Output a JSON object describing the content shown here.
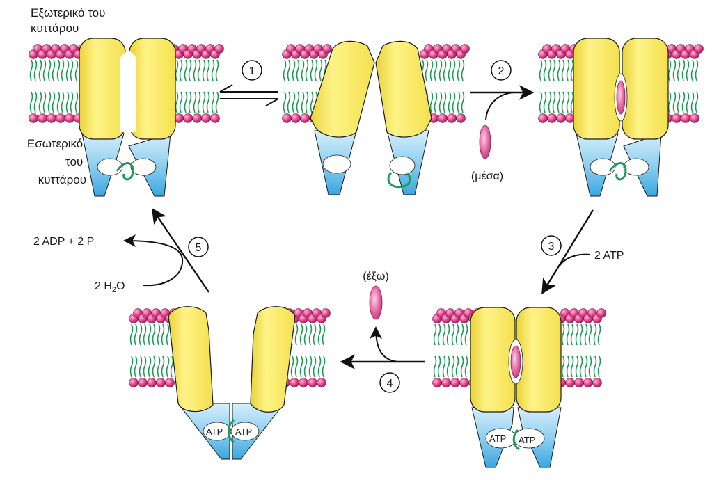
{
  "labels": {
    "outside_cell": [
      "Εξωτερικό του",
      "κυττάρου"
    ],
    "inside_cell": [
      "Εσωτερικό",
      "του",
      "κυττάρου"
    ],
    "inside": "(μέσα)",
    "outside": "(έξω)",
    "atp_input": "2 ATP",
    "adp_output_main": "2 ADP + 2 P",
    "adp_output_sub": "i",
    "water_main": "2 H",
    "water_sub": "2",
    "water_end": "O",
    "atp_tag": "ATP"
  },
  "steps": [
    "1",
    "2",
    "3",
    "4",
    "5"
  ],
  "colors": {
    "transporter_body": "#fbee6a",
    "transporter_stroke": "#1a1a1a",
    "nbd_domain": "#7cc6ec",
    "nbd_light": "#cdeafa",
    "lipid_head": "#e0418a",
    "lipid_tail": "#1f9a57",
    "substrate": "#e2609f",
    "arrow": "#111111"
  }
}
